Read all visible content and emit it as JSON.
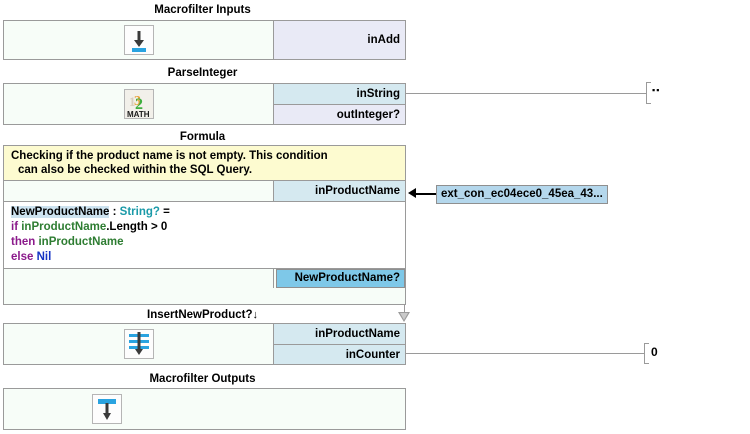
{
  "diagram": {
    "nodes": [
      {
        "id": "macrofilter-inputs",
        "title": "Macrofilter Inputs",
        "icon": "input-arrow-icon",
        "ports": [
          {
            "name": "inAdd",
            "kind": "lav"
          }
        ]
      },
      {
        "id": "parse-integer",
        "title": "ParseInteger",
        "icon": "math-icon",
        "icon_label": "MATH",
        "ports": [
          {
            "name": "inString",
            "kind": "cyan"
          },
          {
            "name": "outInteger?",
            "kind": "lav"
          }
        ]
      },
      {
        "id": "formula",
        "title": "Formula",
        "comment_line_1": "Checking if the product name is not empty. This condition",
        "comment_line_2": "can also be checked within the SQL Query.",
        "input_port": "inProductName",
        "output_port": "NewProductName?",
        "code": {
          "line1": {
            "var": "NewProductName",
            "colon": " : ",
            "type": "String?",
            "eq": " ="
          },
          "line2": {
            "kw": "if",
            "id": "inProductName",
            "plain": ".Length > 0"
          },
          "line3": {
            "kw": "then",
            "id": "inProductName"
          },
          "line4": {
            "kw": "else",
            "nil": "Nil"
          }
        }
      },
      {
        "id": "insert-new-product",
        "title": "InsertNewProduct?",
        "title_suffix": "↓",
        "icon": "db-insert-icon",
        "ports": [
          {
            "name": "inProductName",
            "kind": "cyan"
          },
          {
            "name": "inCounter",
            "kind": "cyan"
          }
        ]
      },
      {
        "id": "macrofilter-outputs",
        "title": "Macrofilter Outputs",
        "icon": "output-arrow-icon",
        "ports": []
      }
    ],
    "constants": [
      {
        "id": "empty-string-const",
        "value": "▪▪",
        "for_port": "inString"
      },
      {
        "id": "zero-const",
        "value": "0",
        "for_port": "inCounter"
      }
    ],
    "external_connector": {
      "id": "ext-connector-label",
      "label": "ext_con_ec04ece0_45ea_43...",
      "target_port": "inProductName"
    },
    "colors": {
      "port_lavender": "#e9eaf6",
      "port_cyan": "#d5e9f0",
      "selected_blue": "#7ec8e8",
      "comment_yellow": "#fdfbd0",
      "body_green": "#f7fdf8",
      "border_gray": "#9a9a9a",
      "ext_label_blue": "#b4d7ec",
      "icon_blue": "#29a3e0",
      "kw_purple": "#8b1a8b",
      "id_green": "#2e7d32",
      "type_teal": "#1a9aa8",
      "nil_blue": "#1433c4"
    }
  }
}
